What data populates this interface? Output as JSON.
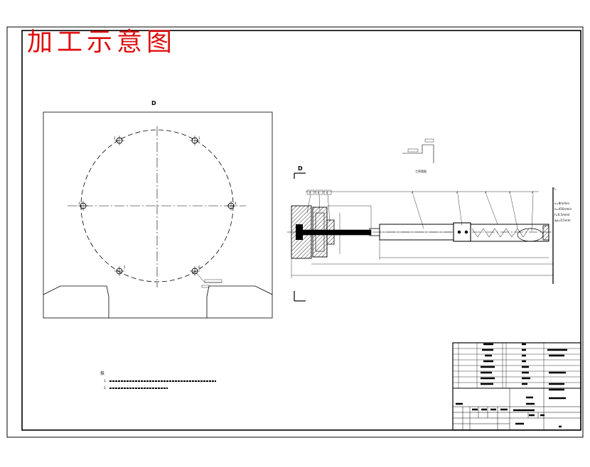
{
  "title_stamp": "加工示意图",
  "view_label_left": "D",
  "view_label_mid": "D",
  "hole_labels": [
    "1",
    "2",
    "3",
    "4",
    "5",
    "6"
  ],
  "callout_values": [
    "4",
    "4",
    "4",
    "4",
    "4",
    "4",
    "4",
    "4"
  ],
  "cut_params": [
    "v=8m/min",
    "n=450r/min",
    "f=0.1mm/r",
    "ap=0.5mm"
  ],
  "process_label": "工序简图",
  "notes": [
    "技",
    "1.",
    "2."
  ],
  "colors": {
    "stamp": "#e01010",
    "line": "#000000"
  }
}
